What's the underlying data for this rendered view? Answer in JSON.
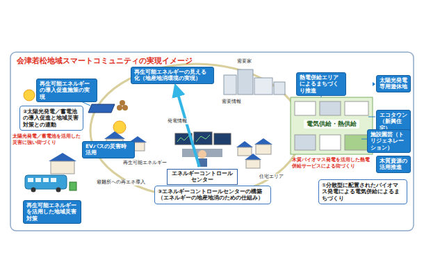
{
  "diagram": {
    "title": "会津若松地域スマートコミュニティの実現イメージ",
    "nodes": [
      {
        "text": [
          "再生可能エネルギーの導入促進施策の実現"
        ]
      },
      {
        "text": [
          "再生可能エネルギーの見える化（地産地消環境の実現）"
        ]
      },
      {
        "text": [
          "熱電併給エリアによるまちづくり推進"
        ]
      },
      {
        "text": [
          "太陽光発電専用遊休地"
        ]
      },
      {
        "text": [
          "②太陽光発電／蓄電池の導入促進と地域災害対策との連動"
        ]
      },
      {
        "text": [
          "電気供給・熱供給"
        ]
      },
      {
        "text": [
          "エコタウン（新興住宅）"
        ]
      },
      {
        "text": [
          "施設園芸（トリジェネレーション）"
        ]
      },
      {
        "text": [
          "EVバスの災害時活用"
        ]
      },
      {
        "text": [
          "エネルギーコントロールセンター"
        ]
      },
      {
        "text": [
          "木質資源の活用推進"
        ]
      },
      {
        "text": [
          "③エネルギーコントロールセンターの構築（エネルギーの地産地消のための仕組み）"
        ]
      },
      {
        "text": [
          "①分散型に配置されたバイオマス発電による電気併給によるまちづくり"
        ]
      },
      {
        "text": [
          "再生可能エネルギーを活用した地域災害対策"
        ]
      }
    ],
    "edges": [
      {
        "from": 9,
        "to": 1,
        "arrow": "to"
      }
    ],
    "labels": [
      "需要家",
      "需要情報",
      "発電情報",
      "再生可能エネルギー",
      "太陽光発電／蓄電池を活用した災害に強い街づくり",
      "避難所への再エネ導入",
      "住宅エリア",
      "木質バイオマス発電を活用した熱電併給サービスによる街づくり"
    ]
  }
}
